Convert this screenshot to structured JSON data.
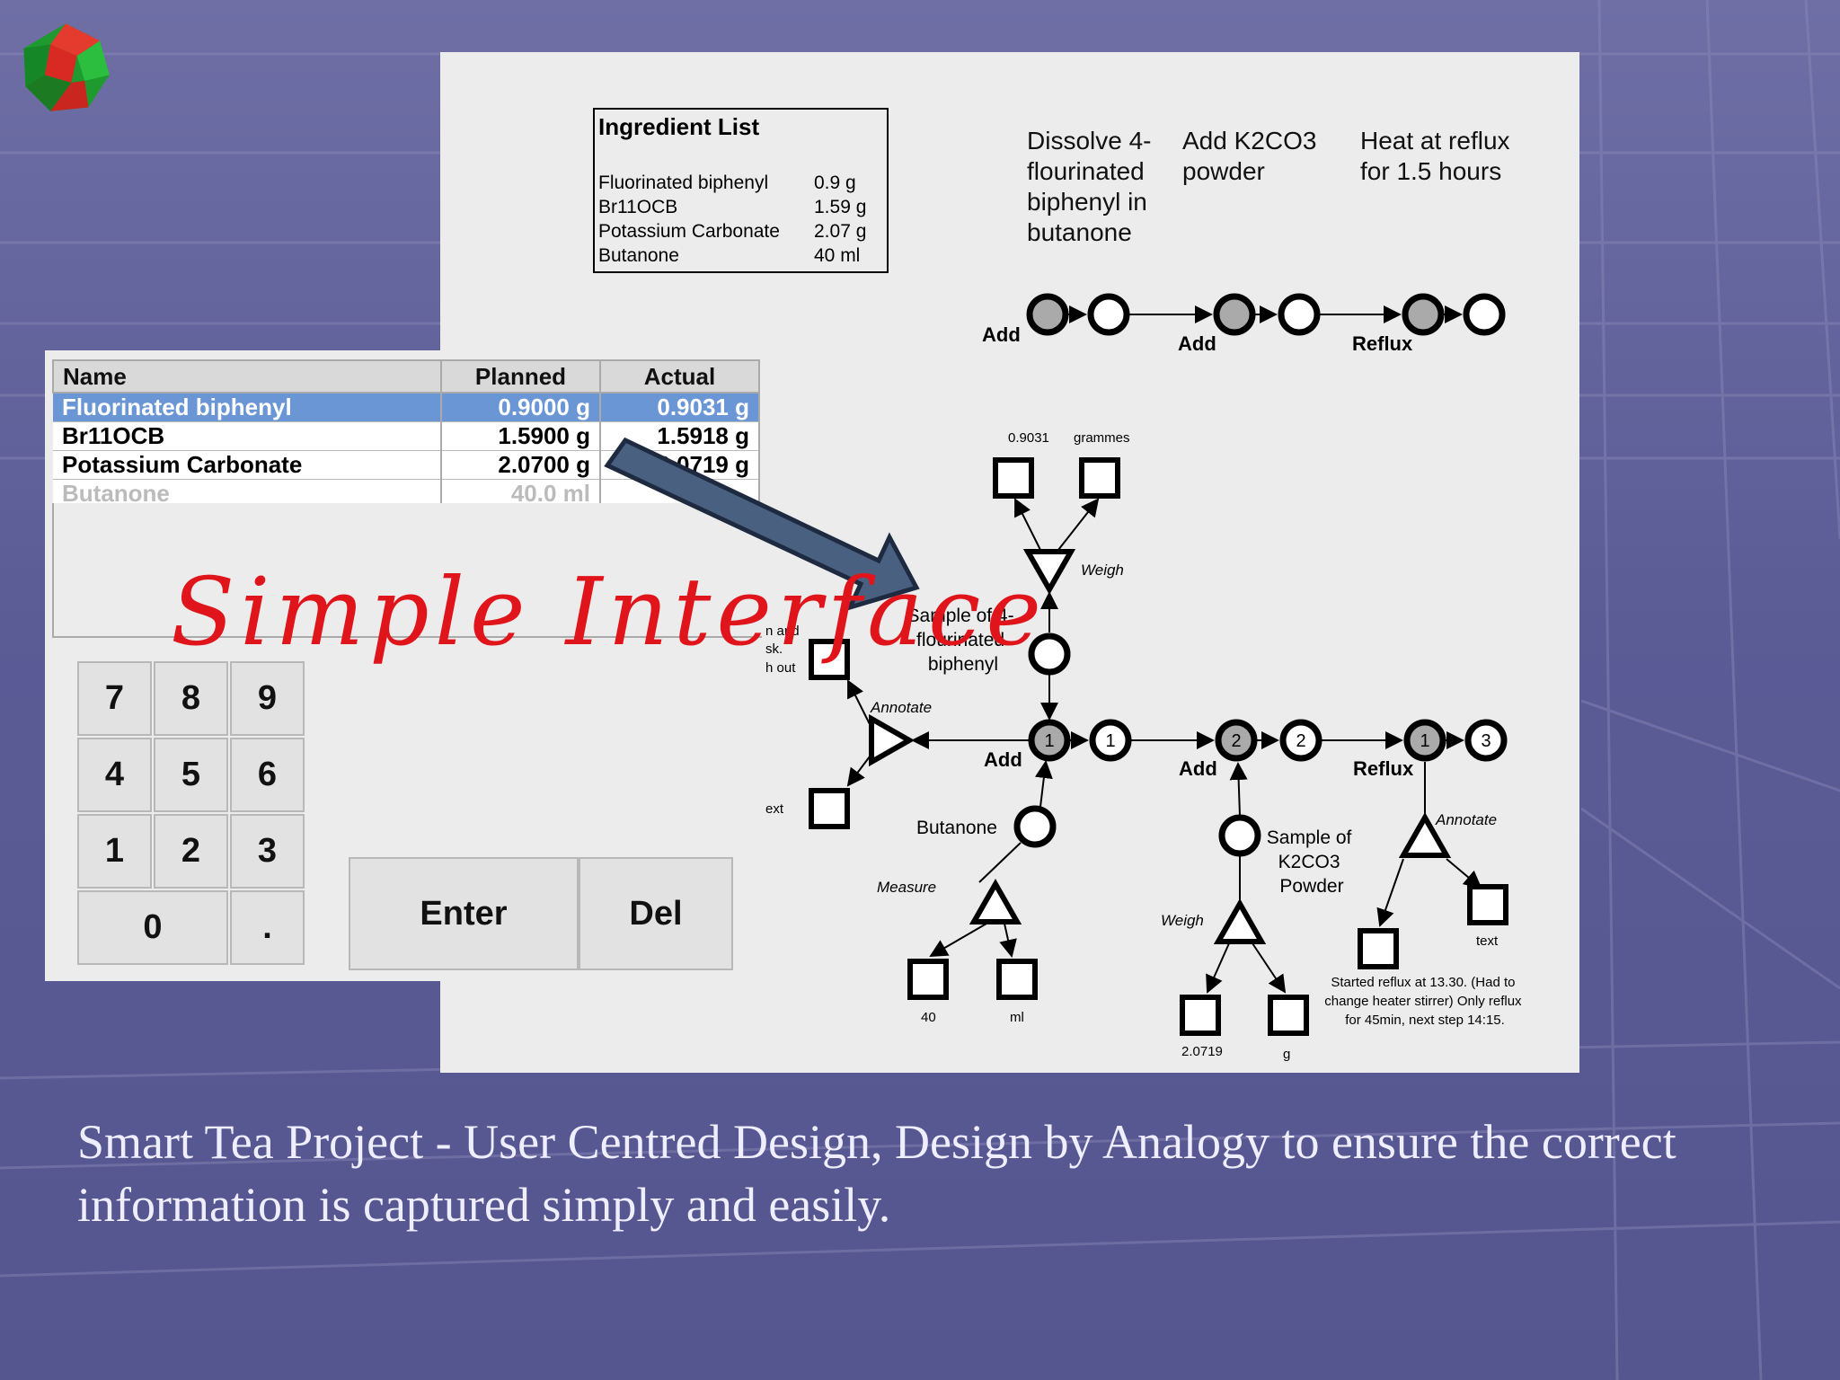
{
  "ingredient_list": {
    "title": "Ingredient List",
    "rows": [
      {
        "name": "Fluorinated biphenyl",
        "amount": "0.9 g"
      },
      {
        "name": "Br11OCB",
        "amount": "1.59 g"
      },
      {
        "name": "Potassium Carbonate",
        "amount": "2.07 g"
      },
      {
        "name": "Butanone",
        "amount": "40 ml"
      }
    ]
  },
  "steps": {
    "step1": [
      "Dissolve 4-",
      "flourinated",
      "biphenyl in",
      "butanone"
    ],
    "step2": [
      "Add K2CO3",
      "powder"
    ],
    "step3": [
      "Heat at reflux",
      "for 1.5 hours"
    ]
  },
  "diagram_labels": {
    "top_add_1": "Add",
    "top_add_2": "Add",
    "top_reflux": "Reflux",
    "weigh_value": "0.9031",
    "weigh_unit": "grammes",
    "weigh": "Weigh",
    "sample_4f": [
      "Sample of 4-",
      "flourinated",
      "biphenyl"
    ],
    "annotate_left": "Annotate",
    "partial_text_1": [
      "n and",
      "sk.",
      "h out"
    ],
    "partial_text_2": "ext",
    "add_main_1": "Add",
    "node_1": "1",
    "node_1b": "1",
    "node_2": "2",
    "node_2b": "2",
    "node_1c": "1",
    "node_3": "3",
    "add_main_2": "Add",
    "reflux_main": "Reflux",
    "butanone": "Butanone",
    "measure": "Measure",
    "measure_value": "40",
    "measure_unit": "ml",
    "sample_k2co3": [
      "Sample of",
      "K2CO3",
      "Powder"
    ],
    "weigh_k2co3": "Weigh",
    "k2co3_value": "2.0719",
    "k2co3_unit": "g",
    "annotate_right": "Annotate",
    "annotate_text_label": "text",
    "reflux_note": [
      "Started reflux at 13.30. (Had to",
      "change heater stirrer) Only reflux",
      "for 45min, next step 14:15."
    ]
  },
  "table": {
    "headers": [
      "Name",
      "Planned",
      "Actual"
    ],
    "rows": [
      {
        "name": "Fluorinated biphenyl",
        "planned": "0.9000 g",
        "actual": "0.9031 g",
        "selected": true
      },
      {
        "name": "Br11OCB",
        "planned": "1.5900 g",
        "actual": "1.5918 g"
      },
      {
        "name": "Potassium Carbonate",
        "planned": "2.0700 g",
        "actual": "2.0719 g"
      },
      {
        "name": "Butanone",
        "planned": "40.0 ml",
        "actual": "",
        "dimmed": true
      }
    ]
  },
  "keypad": {
    "keys": [
      "7",
      "8",
      "9",
      "4",
      "5",
      "6",
      "1",
      "2",
      "3",
      "0",
      "."
    ],
    "enter_label": "Enter",
    "del_label": "Del"
  },
  "annotation": {
    "handwritten": "Simple Interface",
    "arrow_color": "#4a6080"
  },
  "caption": "Smart Tea Project - User Centred Design, Design by Analogy to ensure the correct information is captured simply and easily.",
  "colors": {
    "background": "#5d5d98",
    "selected_row": "#6a96d6",
    "handwriting": "#e0151b"
  }
}
